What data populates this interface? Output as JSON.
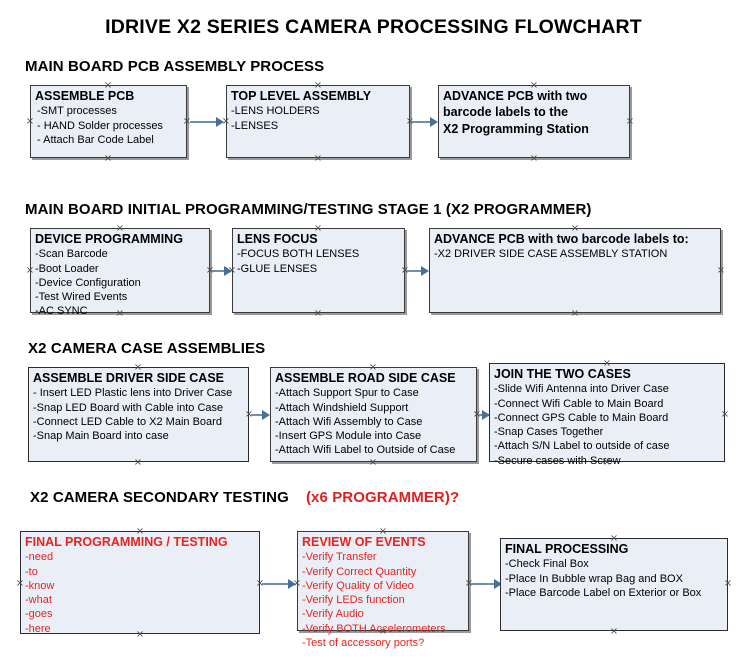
{
  "document": {
    "title": "IDRIVE X2  SERIES CAMERA PROCESSING FLOWCHART"
  },
  "sections": [
    {
      "id": "main-board-pcb-assembly-process",
      "heading": "MAIN BOARD PCB ASSEMBLY PROCESS",
      "heading_red": "",
      "boxes": [
        {
          "id": "assemble-pcb",
          "title": "ASSEMBLE PCB",
          "lines": [
            "-SMT processes",
            "- HAND Solder processes",
            "- Attach Bar Code Label"
          ]
        },
        {
          "id": "top-level-assembly",
          "title": "TOP LEVEL ASSEMBLY",
          "lines": [
            "-LENS HOLDERS",
            "-LENSES"
          ]
        },
        {
          "id": "advance-pcb-programming-station",
          "title": "ADVANCE PCB with two",
          "lines": [
            "barcode labels to the",
            " X2 Programming Station"
          ]
        }
      ]
    },
    {
      "id": "main-board-initial-programming-testing-stage-1",
      "heading": "MAIN BOARD INITIAL PROGRAMMING/TESTING STAGE 1 (X2 PROGRAMMER)",
      "heading_red": "",
      "boxes": [
        {
          "id": "device-programming",
          "title": "DEVICE PROGRAMMING",
          "lines": [
            "-Scan Barcode",
            "-Boot Loader",
            "-Device Configuration",
            "-Test Wired Events",
            "-AC SYNC"
          ]
        },
        {
          "id": "lens-focus",
          "title": "LENS FOCUS",
          "lines": [
            "-FOCUS BOTH LENSES",
            "-GLUE LENSES"
          ]
        },
        {
          "id": "advance-pcb-driver-side-case",
          "title": "ADVANCE PCB with two barcode labels to:",
          "lines": [
            "-X2 DRIVER  SIDE  CASE  ASSEMBLY STATION"
          ]
        }
      ]
    },
    {
      "id": "x2-camera-case-assemblies",
      "heading": "X2 CAMERA CASE ASSEMBLIES",
      "heading_red": "",
      "boxes": [
        {
          "id": "assemble-driver-side-case",
          "title": "ASSEMBLE DRIVER SIDE CASE",
          "lines": [
            "- Insert LED Plastic lens into Driver Case",
            "-Snap LED Board with Cable into Case",
            "-Connect LED Cable to X2 Main Board",
            "-Snap Main Board into case"
          ]
        },
        {
          "id": "assemble-road-side-case",
          "title": "ASSEMBLE ROAD SIDE CASE",
          "lines": [
            "-Attach Support Spur to Case",
            "-Attach Windshield Support",
            "-Attach Wifi Assembly to Case",
            "-Insert GPS Module into Case",
            "-Attach Wifi Label to Outside of Case"
          ]
        },
        {
          "id": "join-the-two-cases",
          "title": "JOIN THE TWO CASES",
          "lines": [
            "-Slide Wifi Antenna into Driver Case",
            "-Connect Wifi Cable to Main Board",
            "-Connect GPS Cable to Main Board",
            "-Snap Cases Together",
            "-Attach S/N Label to outside of case",
            "-Secure cases with Screw"
          ]
        }
      ]
    },
    {
      "id": "x2-camera-secondary-testing",
      "heading": "X2 CAMERA SECONDARY TESTING",
      "heading_red": "(x6 PROGRAMMER)?",
      "boxes": [
        {
          "id": "final-programming-testing",
          "title": "FINAL PROGRAMMING / TESTING",
          "lines": [
            "-need",
            "-to",
            "-know",
            "-what",
            "-goes",
            "-here"
          ]
        },
        {
          "id": "review-of-events",
          "title": "REVIEW OF EVENTS",
          "lines": [
            "-Verify Transfer",
            "-Verify Correct Quantity",
            "-Verify Quality of Video",
            "-Verify LEDs function",
            "-Verify Audio",
            "-Verify BOTH Accelerometers",
            "-Test of accessory ports?"
          ]
        },
        {
          "id": "final-processing",
          "title": "FINAL PROCESSING",
          "lines": [
            " -Check Final Box",
            "-Place In Bubble wrap Bag and BOX",
            "-Place Barcode Label on Exterior or Box"
          ]
        }
      ]
    }
  ],
  "colors": {
    "box_fill": "#e9eef7",
    "box_border": "#3a3a3a",
    "connector": "#6f8fae",
    "accent_red": "#e8241f",
    "text": "#000000"
  }
}
